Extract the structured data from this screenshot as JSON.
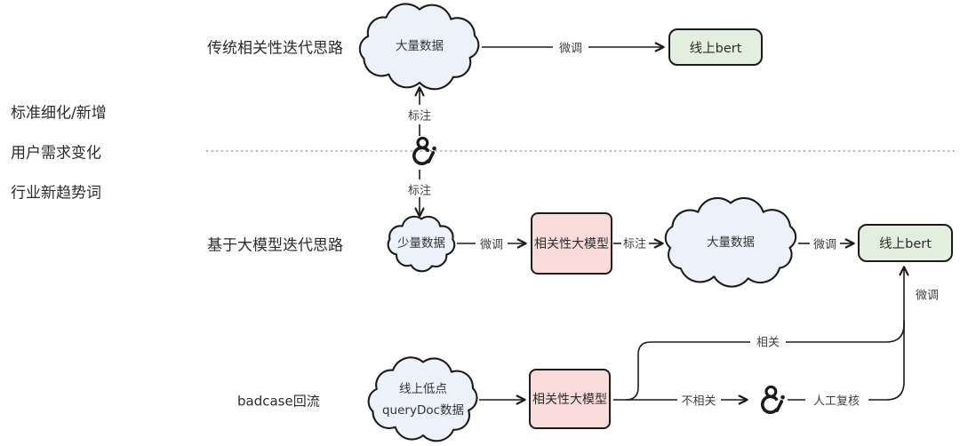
{
  "colors": {
    "bg": "#ffffff",
    "ink": "#1b1b1b",
    "text": "#2b2b2b",
    "edge-label": "#3d3d3d",
    "cloud-fill": "#edf1fa",
    "green-fill": "#e3efde",
    "pink-fill": "#f9dbd9",
    "dotted": "#9b9b9b"
  },
  "left_panel": {
    "labels": [
      {
        "label": "标准细化/新增"
      },
      {
        "label": "用户需求变化"
      },
      {
        "label": "行业新趋势词"
      }
    ]
  },
  "traditional": {
    "title": "传统相关性迭代思路",
    "big_data_cloud": "大量数据",
    "finetune_label": "微调",
    "online_bert": "线上bert",
    "annotate_up_label": "标注"
  },
  "annotator": {
    "annotate_down_label": "标注"
  },
  "llm": {
    "title": "基于大模型迭代思路",
    "small_data_cloud": "少量数据",
    "finetune_label_1": "微调",
    "relevance_model": "相关性大模型",
    "annotate_label": "标注",
    "big_data_cloud": "大量数据",
    "finetune_label_2": "微调",
    "online_bert": "线上bert",
    "finetune_up_label": "微调"
  },
  "badcase": {
    "title": "badcase回流",
    "cloud_line1": "线上低点",
    "cloud_line2": "queryDoc数据",
    "relevance_model": "相关性大模型",
    "relevant_label": "相关",
    "irrelevant_label": "不相关",
    "manual_review_label": "人工复核"
  }
}
